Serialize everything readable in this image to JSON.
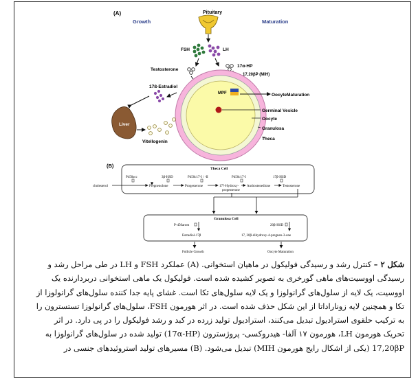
{
  "panel_a": {
    "label": "(A)",
    "growth": "Growth",
    "maturation": "Maturation",
    "pituitary": "Pituitary",
    "fsh": "FSH",
    "lh": "LH",
    "testosterone": "Testosterone",
    "hp17a": "17α-HP",
    "mih": "17,20βP (MIH)",
    "estradiol": "17ß-Estradiol",
    "mpf": "MPF",
    "oocyte_maturation": "OocyteMaturation",
    "germinal_vesicle": "Germinal Vesicle",
    "oocyte": "Oocyte",
    "granulosa": "Granulosa",
    "theca": "Theca",
    "liver": "Liver",
    "vitellogenin": "Vitellogenin"
  },
  "panel_b": {
    "label": "(B)",
    "theca_cell": "Theca Cell",
    "enzymes": [
      "P450scc",
      "3β-HSD",
      "P450c17-I / -II",
      "P450c17-I",
      "17β-HSD"
    ],
    "cholesterol": "cholesterol",
    "pregnenolone": "Pregnenolone",
    "progesterone": "Progesterone",
    "hydroxyprog_1": "17?-Hydroxy-",
    "hydroxyprog_2": "progesterone",
    "androstenedione": "Androstenedione",
    "testosterone": "Testosterone",
    "granulosa_cell": "Granulosa Cell",
    "p450arom": "P-450arom",
    "hsd20b": "20β-HSD",
    "estradiol": "Estradiol-17β",
    "dihydroxy": "17, 20β-dihydroxy-4-pregnen-3-one",
    "follicle_growth": "Follicle Growth",
    "oocyte_maturation": "Oocyte Maturation"
  },
  "caption": {
    "lead": "شکل ۲ –",
    "lines": [
      "کنترل رشد و رسیدگی فولیکول در ماهیان استخوانی. (A) عملکرد FSH و LH در طی مراحل رشد و",
      "رسیدگی اووسیت‌های ماهی گورخری به تصویر کشیده شده است. فولیکول یک ماهی استخوانی دربردارنده یک",
      "اووسیت، یک لایه از سلول‌های گرانولوزا و یک لایه سلول‌های تکا است. غشای پایه جدا کننده سلول‌های گرانولوزا از",
      "تکا و همچنین لایه زوناراداتا از این شکل حذف شده است. در اثر هورمون FSH، سلول‌های گرانولوزا تستسترون را",
      "به ترکیب حلقوی استرادیول تبدیل می‌کنند، استرادیول تولید زرده در کبد و رشد فولیکول را در پی دارد. در اثر",
      "تحریک هورمون LH، هورمون ۱۷ آلفا- هیدروکسی- پروژسترون (17α-HP) تولید شده در سلول‌های گرانولوزا به",
      "17,20βP (یکی از اشکال رایج هورمون MIH) تبدیل می‌شود. (B) مسیرهای تولید استروئیدهای جنسی در"
    ]
  },
  "colors": {
    "theca": "#f7b4dc",
    "granulosa": "#f4f7d4",
    "oocyte": "#fbfaa8",
    "liver": "#8a5a33",
    "pituitary": "#f0c830",
    "fsh_dots": "#2f7a3c",
    "lh_dots": "#8a4aa8",
    "germinal_vesicle": "#b01818",
    "mpf": "#2c4aa8"
  }
}
